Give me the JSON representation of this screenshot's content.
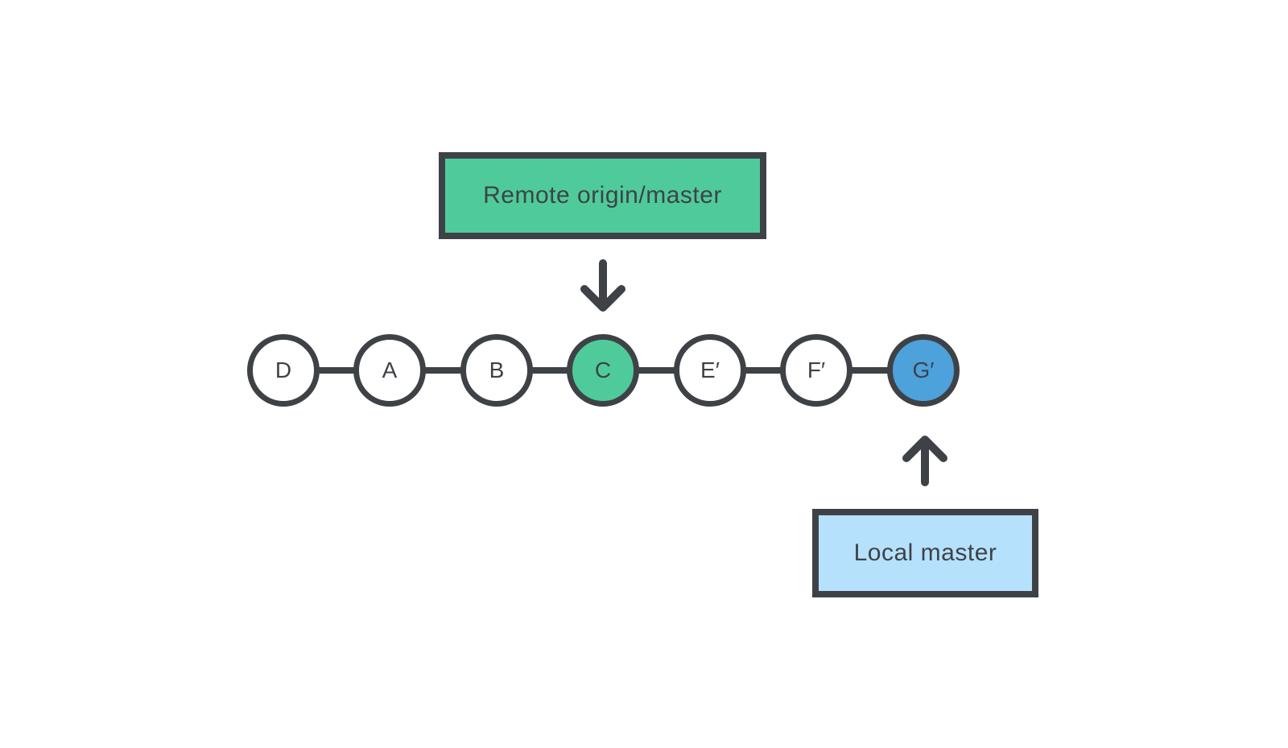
{
  "diagram": {
    "type": "git-branch-diagram",
    "description": "Commit chain with remote and local branch pointers"
  },
  "colors": {
    "outline": "#3e4247",
    "text": "#3e4247",
    "remote_fill": "#4fcb9b",
    "local_node_fill": "#4da2db",
    "local_label_fill": "#b5e1fc",
    "node_fill": "#ffffff",
    "background": "#ffffff"
  },
  "labels": {
    "remote": "Remote origin/master",
    "local": "Local master"
  },
  "nodes": [
    {
      "label": "D",
      "fill": "#ffffff",
      "role": "commit"
    },
    {
      "label": "A",
      "fill": "#ffffff",
      "role": "commit"
    },
    {
      "label": "B",
      "fill": "#ffffff",
      "role": "commit"
    },
    {
      "label": "C",
      "fill": "#4fcb9b",
      "role": "remote-head"
    },
    {
      "label": "E′",
      "fill": "#ffffff",
      "role": "commit"
    },
    {
      "label": "F′",
      "fill": "#ffffff",
      "role": "commit"
    },
    {
      "label": "G′",
      "fill": "#4da2db",
      "role": "local-head"
    }
  ],
  "icons": {
    "down_arrow": "down-arrow-icon",
    "up_arrow": "up-arrow-icon"
  }
}
